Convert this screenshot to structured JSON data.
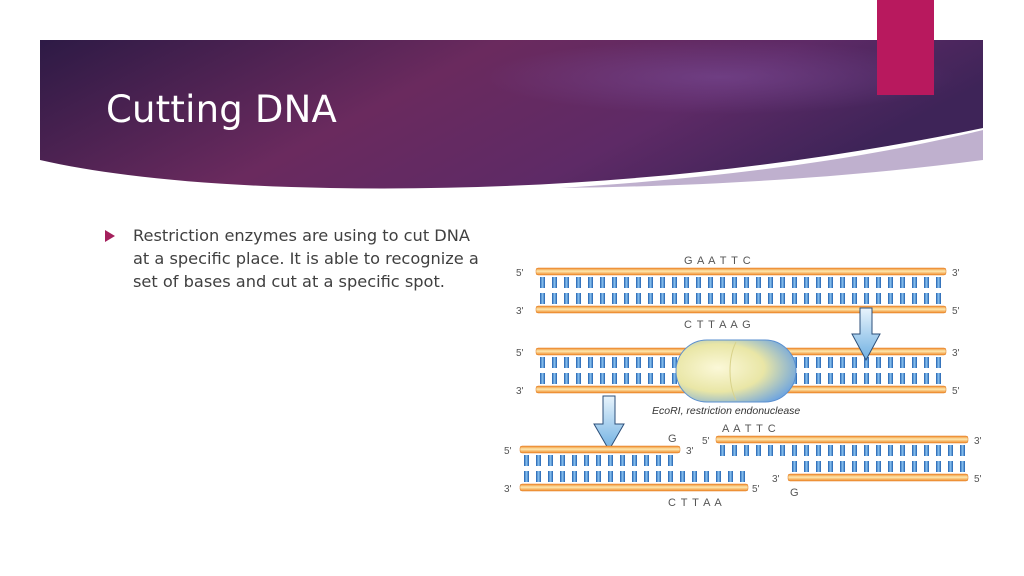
{
  "slide": {
    "title": "Cutting DNA",
    "bullet": "Restriction enzymes are using to cut DNA at a specific place. It is able to recognize a set of bases and cut at a specific spot."
  },
  "colors": {
    "banner_start": "#2d1a45",
    "banner_end": "#7a2a62",
    "accent": "#b8195e",
    "bullet_marker": "#a4205c",
    "strand_orange": "#f39a3a",
    "strand_cream": "#fbe6a6",
    "base_blue": "#3f8fd6",
    "enzyme_yellow": "#f3ecb0",
    "enzyme_blue": "#7fb3e8"
  },
  "diagram": {
    "top": {
      "sequence_top": "G A A T T C",
      "sequence_bottom": "C T T A A G",
      "row1_left": "5'",
      "row1_right": "3'",
      "row2_left": "3'",
      "row2_right": "5'"
    },
    "enzyme": {
      "row1_left": "5'",
      "row1_right": "3'",
      "row2_left": "3'",
      "row2_right": "5'",
      "label": "EcoRI, restriction endonuclease"
    },
    "left_fragment": {
      "top_end_letter": "G",
      "row1_left": "5'",
      "row1_right": "3'",
      "row2_left": "3'",
      "row2_right": "5'",
      "sequence_bottom": "C T T A A"
    },
    "right_fragment": {
      "sequence_top": "A A T T C",
      "row1_left": "5'",
      "row1_right": "3'",
      "row2_left": "3'",
      "row2_right": "5'",
      "bottom_end_letter": "G"
    }
  }
}
